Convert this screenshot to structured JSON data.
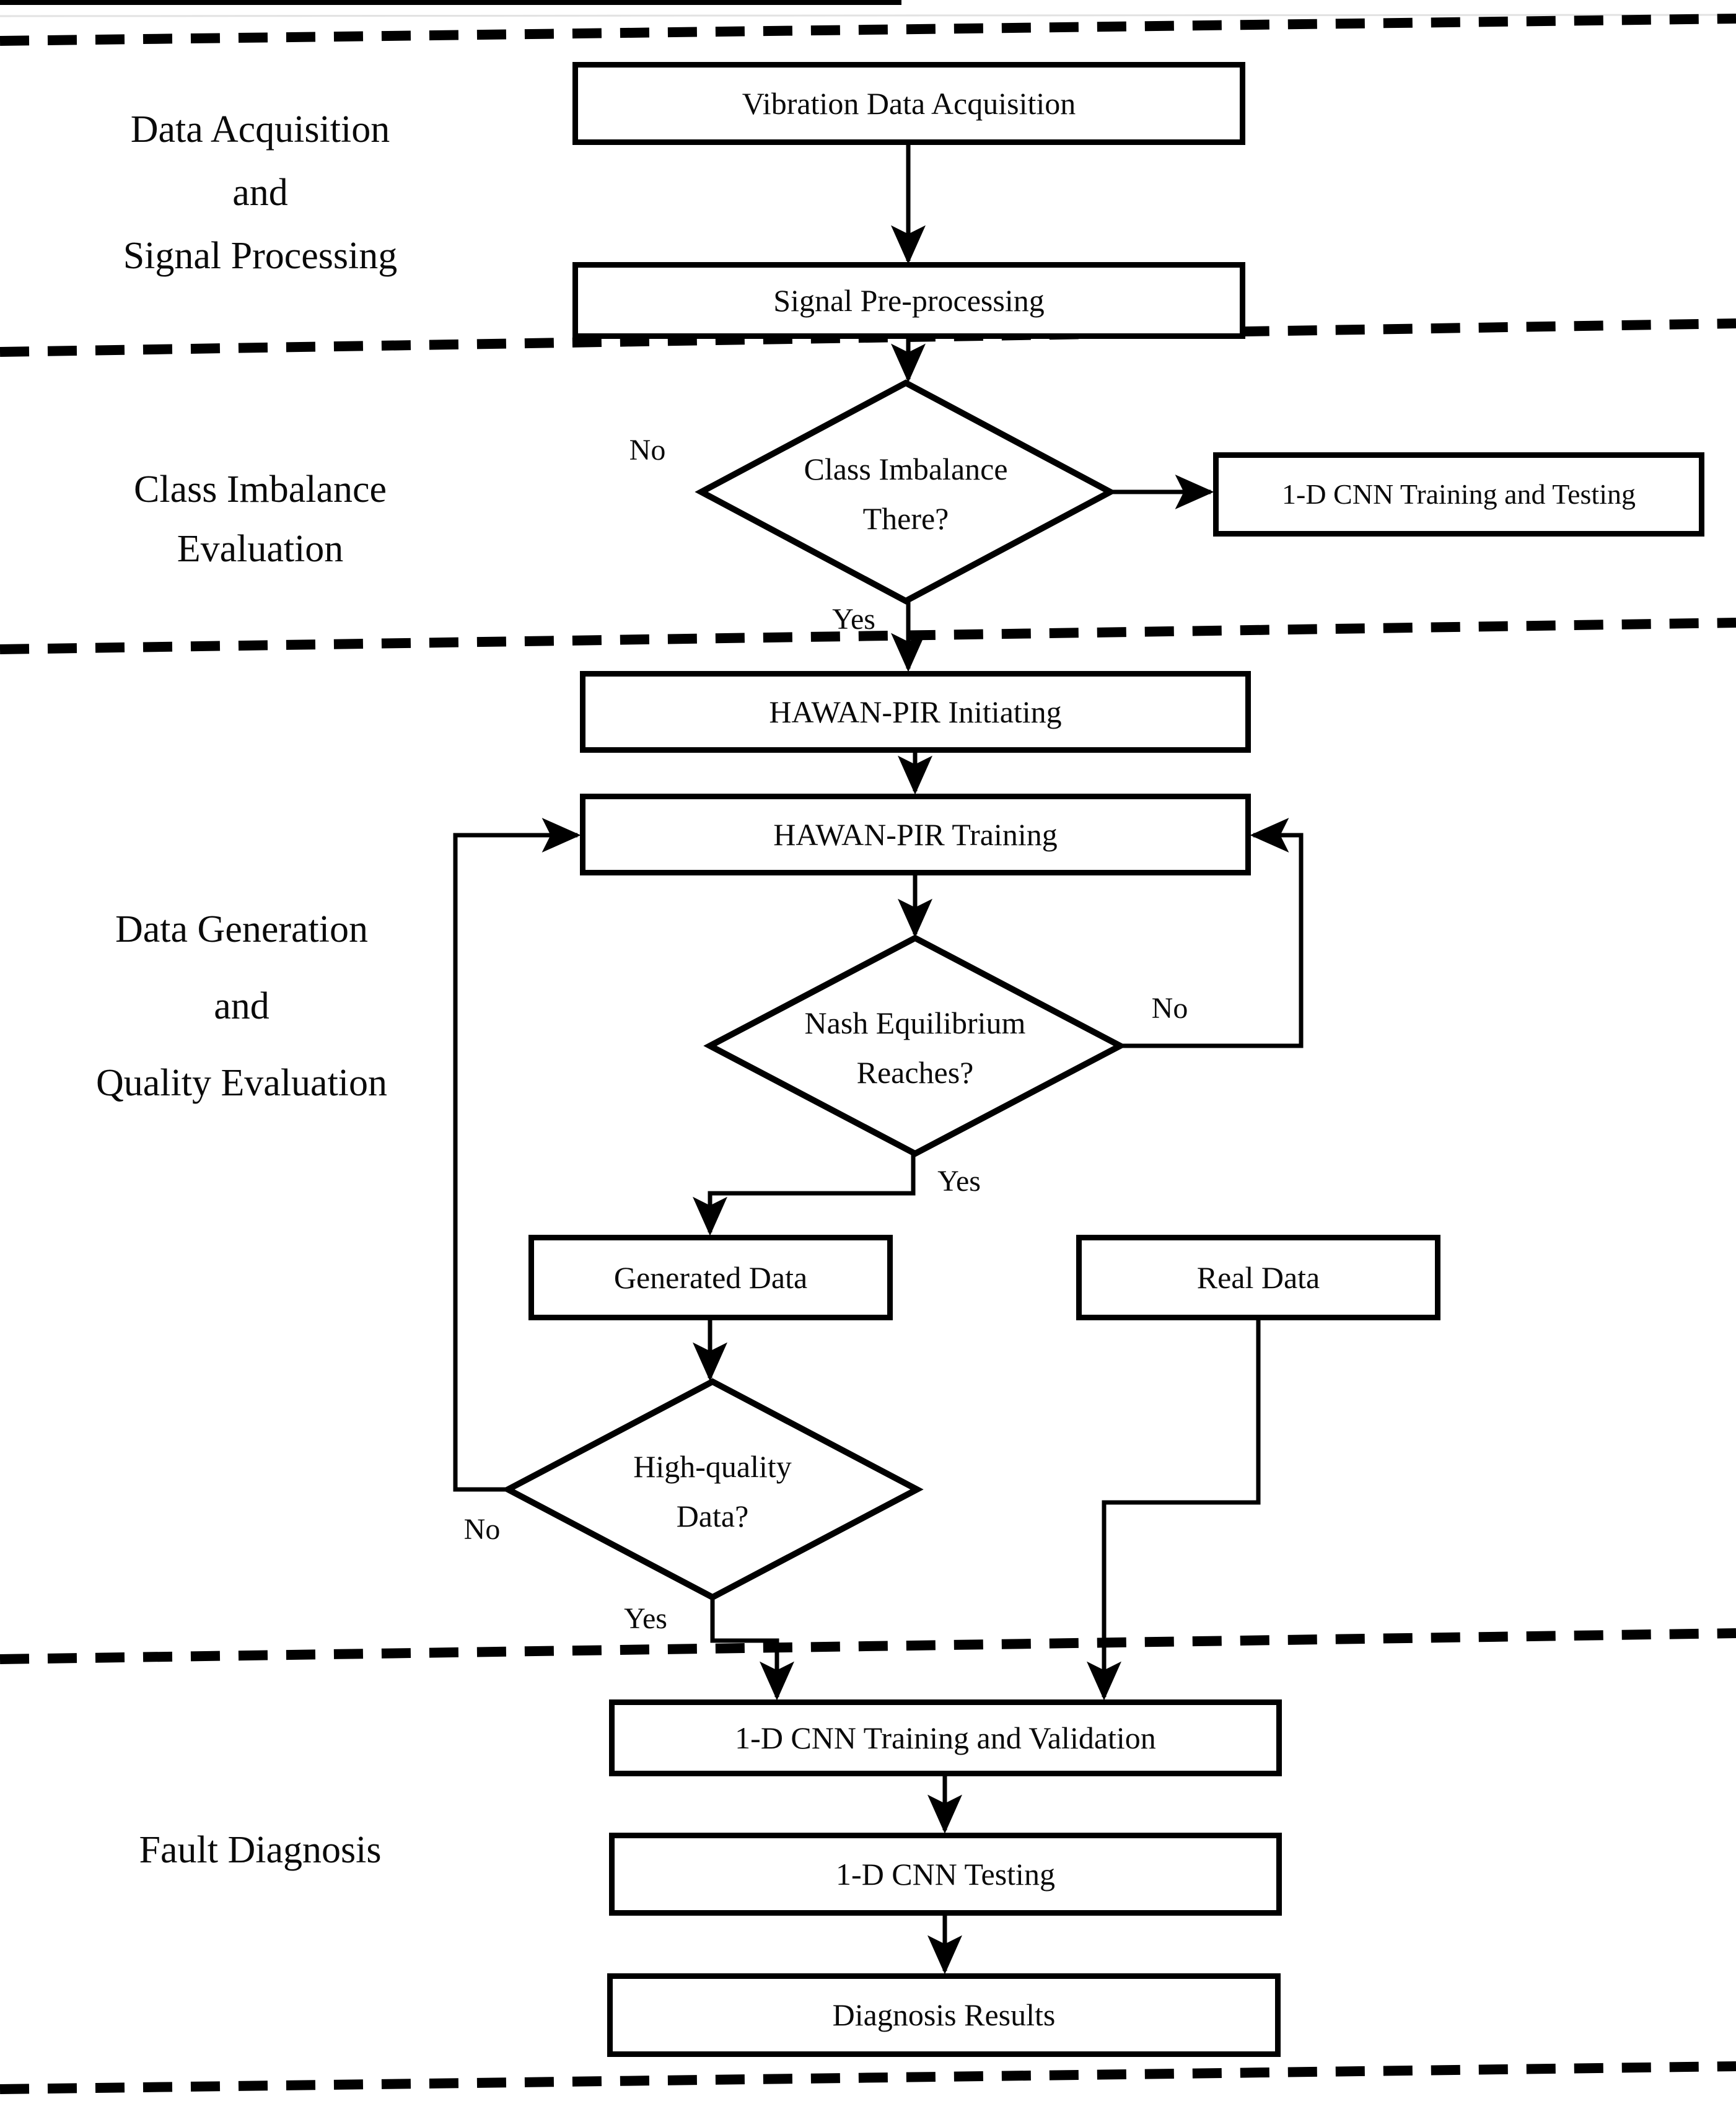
{
  "figure": {
    "background": "#ffffff",
    "ink": "#000000",
    "artifact_gray": "#e2e2e2"
  },
  "sections": [
    {
      "lines": [
        "Data Acquisition",
        "and",
        "Signal Processing"
      ]
    },
    {
      "lines": [
        "Class Imbalance",
        "Evaluation"
      ]
    },
    {
      "lines": [
        "Data Generation",
        "and",
        "Quality Evaluation"
      ]
    },
    {
      "lines": [
        "Fault Diagnosis"
      ]
    }
  ],
  "nodes": {
    "vibration": {
      "type": "process",
      "label": "Vibration Data Acquisition"
    },
    "signal": {
      "type": "process",
      "label": "Signal Pre-processing"
    },
    "class_imbalance": {
      "type": "decision",
      "lines": [
        "Class Imbalance",
        "There?"
      ]
    },
    "cnn_train_test": {
      "type": "process",
      "label": "1-D CNN Training and Testing"
    },
    "hawan_init": {
      "type": "process",
      "label": "HAWAN-PIR Initiating"
    },
    "hawan_train": {
      "type": "process",
      "label": "HAWAN-PIR Training"
    },
    "nash": {
      "type": "decision",
      "lines": [
        "Nash Equilibrium",
        "Reaches?"
      ]
    },
    "generated": {
      "type": "process",
      "label": "Generated Data"
    },
    "real": {
      "type": "process",
      "label": "Real Data"
    },
    "high_quality": {
      "type": "decision",
      "lines": [
        "High-quality",
        "Data?"
      ]
    },
    "cnn_train_val": {
      "type": "process",
      "label": "1-D CNN Training and Validation"
    },
    "cnn_testing": {
      "type": "process",
      "label": "1-D CNN Testing"
    },
    "diagnosis": {
      "type": "process",
      "label": "Diagnosis Results"
    }
  },
  "edge_labels": {
    "imbalance_no": "No",
    "imbalance_yes": "Yes",
    "nash_no": "No",
    "nash_yes": "Yes",
    "quality_no": "No",
    "quality_yes": "Yes"
  }
}
